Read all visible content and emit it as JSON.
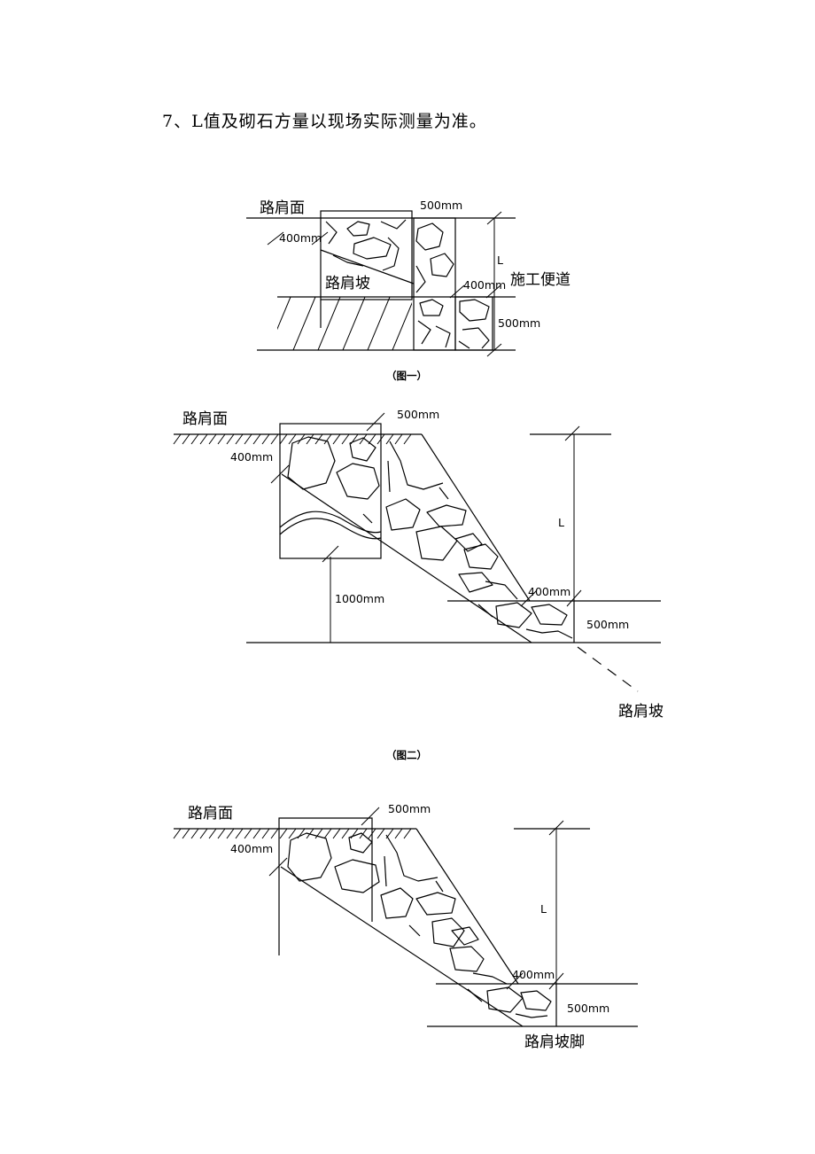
{
  "heading": "7、L值及砌石方量以现场实际测量为准。",
  "figure1": {
    "caption": "（图一）",
    "labels": {
      "road_surface": "路肩面",
      "shoulder_slope": "路肩坡",
      "construction_road": "施工便道",
      "width_top": "500mm",
      "width_left": "400mm",
      "width_mid": "400mm",
      "depth_bottom": "500mm",
      "height": "L"
    }
  },
  "figure2": {
    "caption": "（图二）",
    "labels": {
      "road_surface": "路肩面",
      "width_top": "500mm",
      "width_left": "400mm",
      "width_foot": "400mm",
      "depth_bottom": "500mm",
      "depth_base": "1000mm",
      "height": "L",
      "shoulder_slope": "路肩坡"
    }
  },
  "figure3": {
    "labels": {
      "road_surface": "路肩面",
      "width_top": "500mm",
      "width_left": "400mm",
      "width_foot": "400mm",
      "depth_bottom": "500mm",
      "height": "L",
      "slope_foot": "路肩坡脚"
    }
  }
}
